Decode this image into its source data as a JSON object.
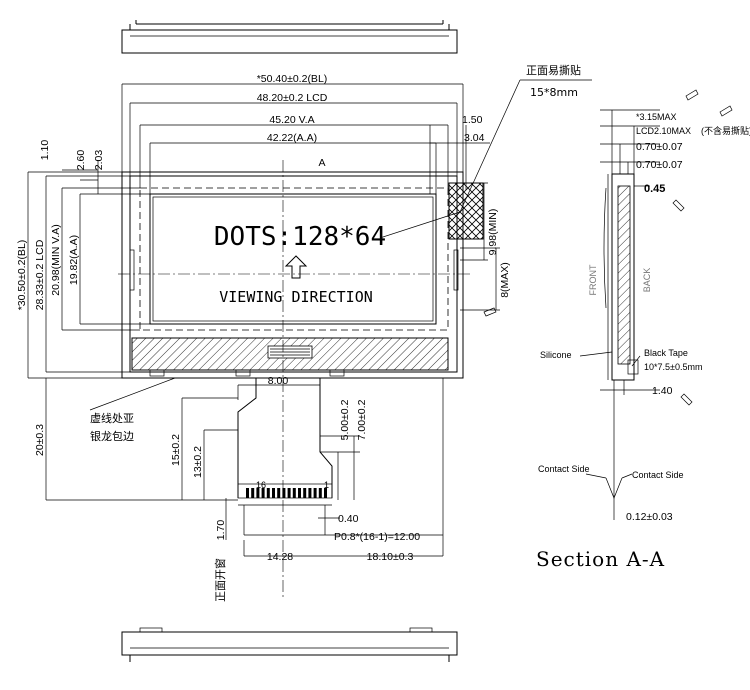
{
  "title_section": "Section A-A",
  "section_marker": "A",
  "display_text": {
    "dots": "DOTS:128*64",
    "viewing": "VIEWING DIRECTION"
  },
  "horizontal_dims": {
    "bl_width": "*50.40±0.2(BL)",
    "lcd_width": "48.20±0.2 LCD",
    "va_width": "45.20 V.A",
    "aa_width": "42.22(A.A)",
    "edge_1": "1.50",
    "edge_2": "3.04",
    "fpc_width": "8.00",
    "pin_width": "0.40",
    "pitch": "P0.8*(16-1)=12.00",
    "left_offset": "14.28",
    "right_offset": "18.10±0.3"
  },
  "vertical_dims": {
    "left_1": "1.10",
    "left_2": "2.60",
    "left_3": "2.03",
    "bl_height": "*30.50±0.2(BL)",
    "lcd_height": "28.33±0.2 LCD",
    "va_height": "20.98(MIN V.A)",
    "aa_height": "19.82(A.A)",
    "total": "20±0.3",
    "fpc_15": "15±0.2",
    "fpc_13": "13±0.2",
    "fpc_5": "5.00±0.2",
    "fpc_7": "7.00±0.2",
    "opening": "1.70",
    "tape_min": "9.98(MIN)",
    "tape_max": "8(MAX)"
  },
  "pins": {
    "first": "16",
    "last": "1"
  },
  "notes_cn": {
    "sticker": "正面易撕贴",
    "sticker_size": "15*8mm",
    "dash_note_1": "虚线处亚",
    "dash_note_2": "银龙包边",
    "opening_cn": "正面开窗"
  },
  "section_dims": {
    "max_315": "*3.15MAX",
    "lcd_210": "LCD2.10MAX",
    "lcd_210_note": "(不含易撕贴)",
    "d_070a": "0.70±0.07",
    "d_070b": "0.70±0.07",
    "d_045": "0.45",
    "front": "FRONT",
    "back": "BACK",
    "silicone": "Silicone",
    "black_tape": "Black Tape",
    "tape_size": "10*7.5±0.5mm",
    "d_140": "1.40",
    "contact_1": "Contact Side",
    "contact_2": "Contact Side",
    "thick": "0.12±0.03"
  }
}
